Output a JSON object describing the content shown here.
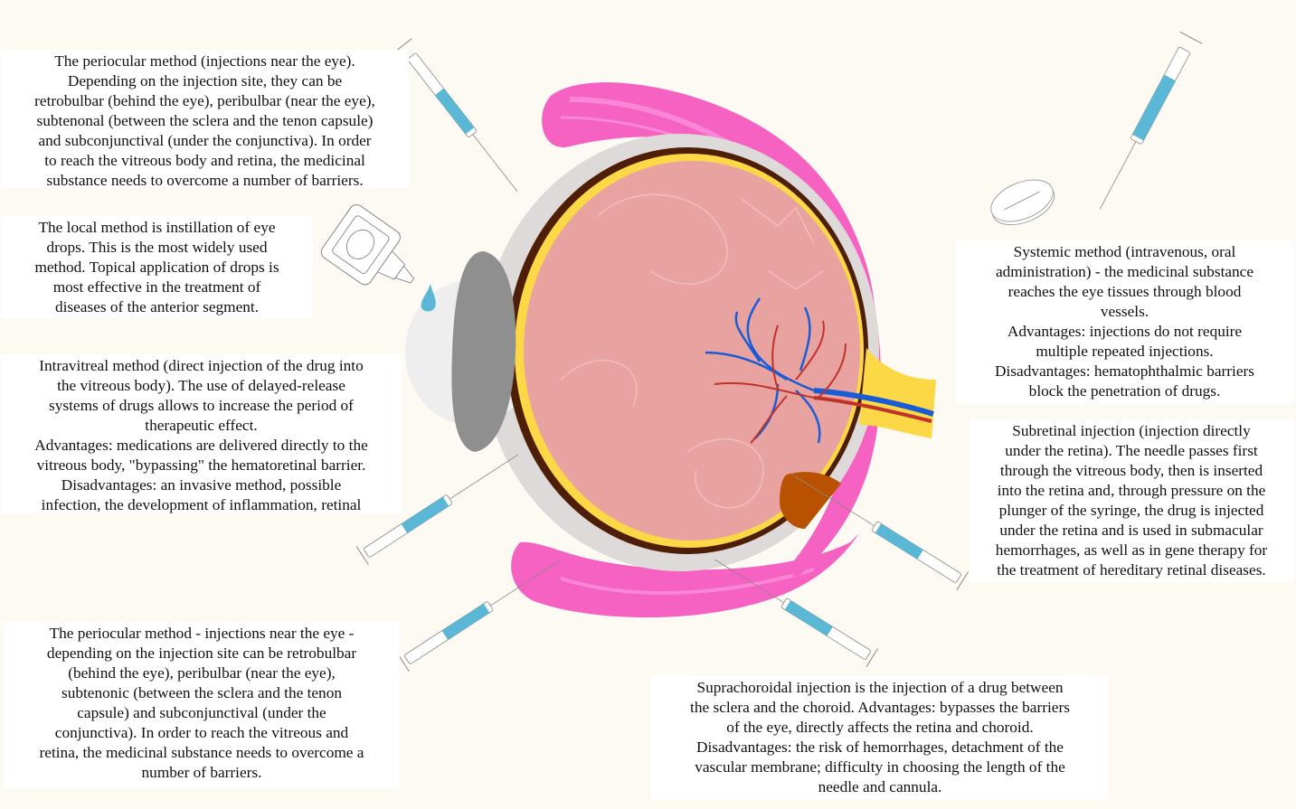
{
  "colors": {
    "background": "#fdfaf4",
    "note_background": "#ffffff",
    "muscle": "#f562c1",
    "muscle_highlight": "#fba0e3",
    "sclera": "#dedad9",
    "cornea": "#eeeeef",
    "choroid": "#4e1e07",
    "retina": "#fdd846",
    "vitreous": "#e8a3a0",
    "lens": "#8f8f8f",
    "vein": "#1a5bd6",
    "artery": "#c0322a",
    "optic_nerve": "#fdd846",
    "macula": "#b85200",
    "drug_fluid": "#5ab7d5"
  },
  "notes": {
    "periocular_top": "The periocular method (injections near the eye).\nDepending on the injection site, they can be\nretrobulbar (behind the eye), peribulbar (near the eye),\nsubtenonal (between the sclera and the tenon capsule)\nand subconjunctival (under the conjunctiva). In order\nto reach the vitreous body and retina, the medicinal\nsubstance needs to overcome a number of barriers.",
    "local": "The local method is instillation of eye\ndrops. This is the most widely used\nmethod. Topical application of drops is\nmost effective in the treatment of\ndiseases of the anterior segment.",
    "intravitreal": "Intravitreal method (direct injection of the drug into\nthe vitreous body). The use of delayed-release\nsystems of drugs allows to increase the period of\ntherapeutic effect.\nAdvantages: medications are delivered directly to the\nvitreous body, \"bypassing\" the hematoretinal barrier.\nDisadvantages: an invasive method, possible\ninfection, the development of inflammation, retinal",
    "systemic": "Systemic method (intravenous, oral\nadministration) - the medicinal substance\nreaches the eye tissues through blood\nvessels.\nAdvantages: injections do not require\nmultiple repeated injections.\nDisadvantages: hematophthalmic barriers\nblock the penetration of drugs.",
    "subretinal": "Subretinal injection (injection directly\nunder the retina). The needle passes first\nthrough the vitreous body, then is inserted\ninto the retina and, through pressure on the\nplunger of the syringe, the drug is injected\nunder the retina and is used in submacular\nhemorrhages, as well as in gene therapy for\nthe treatment of hereditary retinal diseases.",
    "periocular_bottom": "The periocular method - injections near the eye -\ndepending on the injection site can be retrobulbar\n(behind the eye), peribulbar (near the eye),\nsubtenonic (between the sclera and the tenon\ncapsule) and subconjunctival (under the\nconjunctiva). In order to reach the vitreous and\nretina, the medicinal substance needs to overcome a\nnumber of barriers.",
    "suprachoroidal": "Suprachoroidal injection is the injection of a drug between\nthe sclera and the choroid. Advantages: bypasses the barriers\nof the eye, directly affects the retina and choroid.\nDisadvantages: the risk of hemorrhages, detachment of the\nvascular membrane; difficulty in choosing the length of the\nneedle and cannula."
  }
}
